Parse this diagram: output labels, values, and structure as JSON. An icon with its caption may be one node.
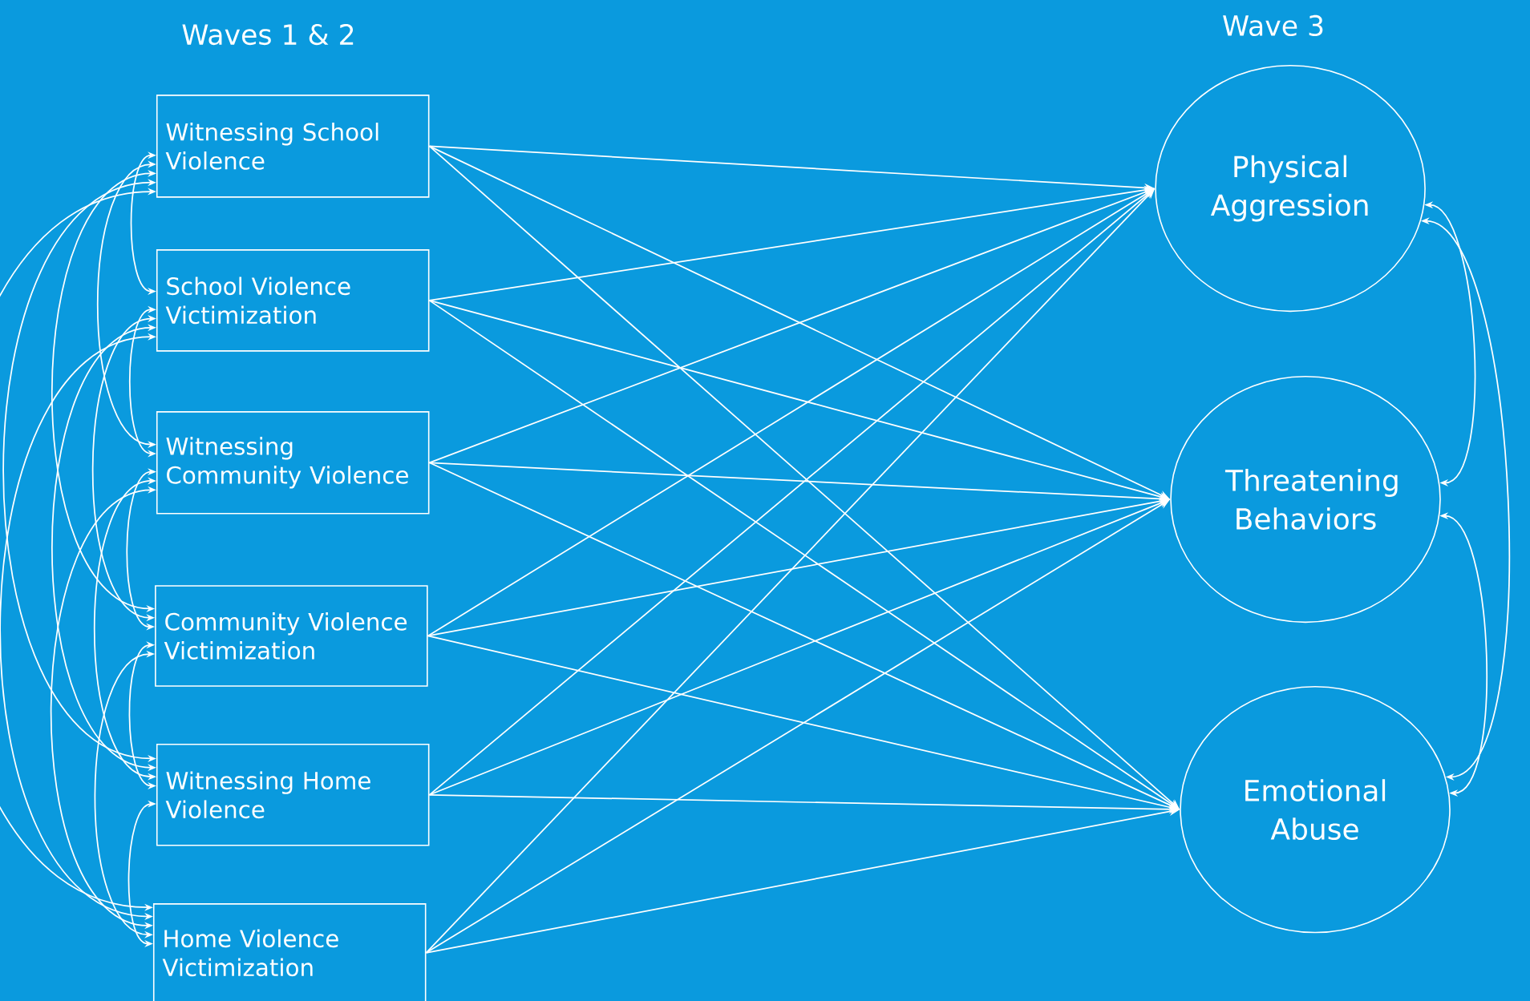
{
  "diagram": {
    "nodes": [
      {
        "text": [
          "Witnessing School Violence"
        ]
      },
      {
        "text": [
          "School Violence Victimization"
        ]
      },
      {
        "text": [
          "Witnessing Community Violence"
        ]
      },
      {
        "text": [
          "Community Violence Victimization"
        ]
      },
      {
        "text": [
          "Witnessing Home Violence"
        ]
      },
      {
        "text": [
          "Home Violence Victimization"
        ]
      },
      {
        "text": [
          "Physical Aggression"
        ]
      },
      {
        "text": [
          "Threatening Behaviors"
        ]
      },
      {
        "text": [
          "Emotional Abuse"
        ]
      }
    ],
    "edges": [
      {
        "from": 0,
        "to": 6,
        "arrow": "to"
      },
      {
        "from": 0,
        "to": 7,
        "arrow": "to"
      },
      {
        "from": 0,
        "to": 8,
        "arrow": "to"
      },
      {
        "from": 1,
        "to": 6,
        "arrow": "to"
      },
      {
        "from": 1,
        "to": 7,
        "arrow": "to"
      },
      {
        "from": 1,
        "to": 8,
        "arrow": "to"
      },
      {
        "from": 2,
        "to": 6,
        "arrow": "to"
      },
      {
        "from": 2,
        "to": 7,
        "arrow": "to"
      },
      {
        "from": 2,
        "to": 8,
        "arrow": "to"
      },
      {
        "from": 3,
        "to": 6,
        "arrow": "to"
      },
      {
        "from": 3,
        "to": 7,
        "arrow": "to"
      },
      {
        "from": 3,
        "to": 8,
        "arrow": "to"
      },
      {
        "from": 4,
        "to": 6,
        "arrow": "to"
      },
      {
        "from": 4,
        "to": 7,
        "arrow": "to"
      },
      {
        "from": 4,
        "to": 8,
        "arrow": "to"
      },
      {
        "from": 5,
        "to": 6,
        "arrow": "to"
      },
      {
        "from": 5,
        "to": 7,
        "arrow": "to"
      },
      {
        "from": 5,
        "to": 8,
        "arrow": "to"
      },
      {
        "from": 0,
        "to": 1,
        "arrow": "both"
      },
      {
        "from": 0,
        "to": 2,
        "arrow": "both"
      },
      {
        "from": 0,
        "to": 3,
        "arrow": "both"
      },
      {
        "from": 0,
        "to": 4,
        "arrow": "both"
      },
      {
        "from": 0,
        "to": 5,
        "arrow": "both"
      },
      {
        "from": 1,
        "to": 2,
        "arrow": "both"
      },
      {
        "from": 1,
        "to": 3,
        "arrow": "both"
      },
      {
        "from": 1,
        "to": 4,
        "arrow": "both"
      },
      {
        "from": 1,
        "to": 5,
        "arrow": "both"
      },
      {
        "from": 2,
        "to": 3,
        "arrow": "both"
      },
      {
        "from": 2,
        "to": 4,
        "arrow": "both"
      },
      {
        "from": 2,
        "to": 5,
        "arrow": "both"
      },
      {
        "from": 3,
        "to": 4,
        "arrow": "both"
      },
      {
        "from": 3,
        "to": 5,
        "arrow": "both"
      },
      {
        "from": 4,
        "to": 5,
        "arrow": "both"
      },
      {
        "from": 6,
        "to": 7,
        "arrow": "both"
      },
      {
        "from": 7,
        "to": 8,
        "arrow": "both"
      },
      {
        "from": 6,
        "to": 8,
        "arrow": "both"
      }
    ],
    "labels": [
      "Waves 1 & 2",
      "Wave 3"
    ]
  }
}
